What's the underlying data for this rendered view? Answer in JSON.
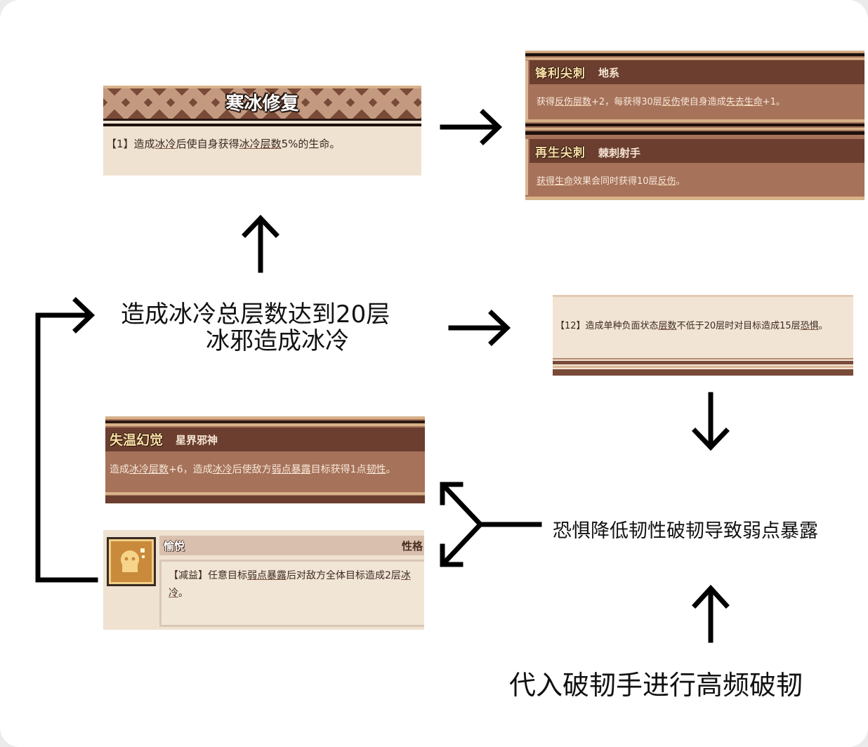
{
  "card_ice_repair": {
    "title": "寒冰修复",
    "desc_prefix": "【1】造成",
    "kw1": "冰冷",
    "desc_mid": "后使自身获得",
    "kw2": "冰冷层数",
    "desc_suffix": "5%的生命。"
  },
  "card_spikes": {
    "item1": {
      "name": "锋利尖刺",
      "tag": "地系",
      "d1": "获得",
      "k1": "反伤层数",
      "d2": "+2，每获得30层",
      "k2": "反伤",
      "d3": "使自身造成",
      "k3": "失去生命",
      "d4": "+1。"
    },
    "item2": {
      "name": "再生尖刺",
      "tag": "棘刺射手",
      "k1": "获得生命",
      "d1": "效果会同时获得10层",
      "k2": "反伤",
      "d2": "。"
    }
  },
  "card_fear": {
    "d1": "【12】造成单种负面状态",
    "k1": "层数",
    "d2": "不低于20层时对目标造成15层",
    "k2": "恐惧",
    "d3": "。"
  },
  "card_hypothermia": {
    "name": "失温幻觉",
    "tag": "星界邪神",
    "d1": "造成",
    "k1": "冰冷层数",
    "d2": "+6，造成",
    "k2": "冰冷",
    "d3": "后使敌方",
    "k3": "弱点暴露",
    "d4": "目标获得1点",
    "k4": "韧性",
    "d5": "。"
  },
  "card_joy": {
    "name": "愉悦",
    "tag": "性格",
    "d1": "【减益】任意目标",
    "k1": "弱点暴露",
    "d2": "后对敌方全体目标造成2层",
    "k2": "冰冷",
    "d3": "。"
  },
  "labels": {
    "center_line1": "造成冰冷总层数达到20层",
    "center_line2": "冰邪造成冰冷",
    "fear": "恐惧降低韧性破韧导致弱点暴露",
    "breaker": "代入破韧手进行高频破韧"
  }
}
